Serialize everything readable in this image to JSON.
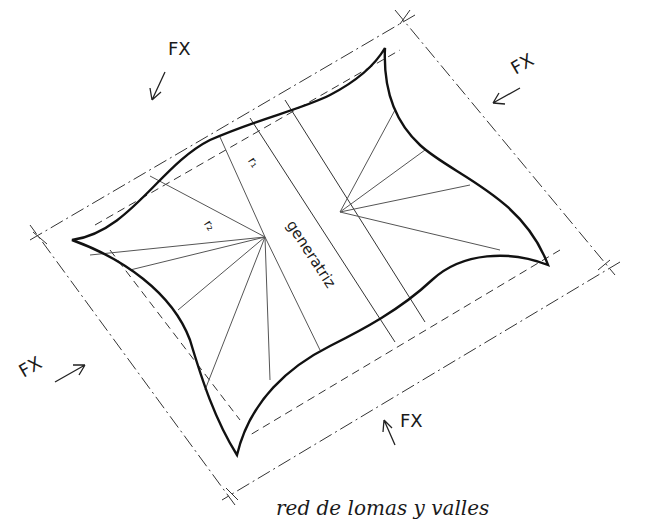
{
  "diagram": {
    "caption": "red de lomas y valles",
    "labels": [
      "FX",
      "FX",
      "FX",
      "FX",
      "generatriz",
      "r₁",
      "r₂"
    ]
  }
}
